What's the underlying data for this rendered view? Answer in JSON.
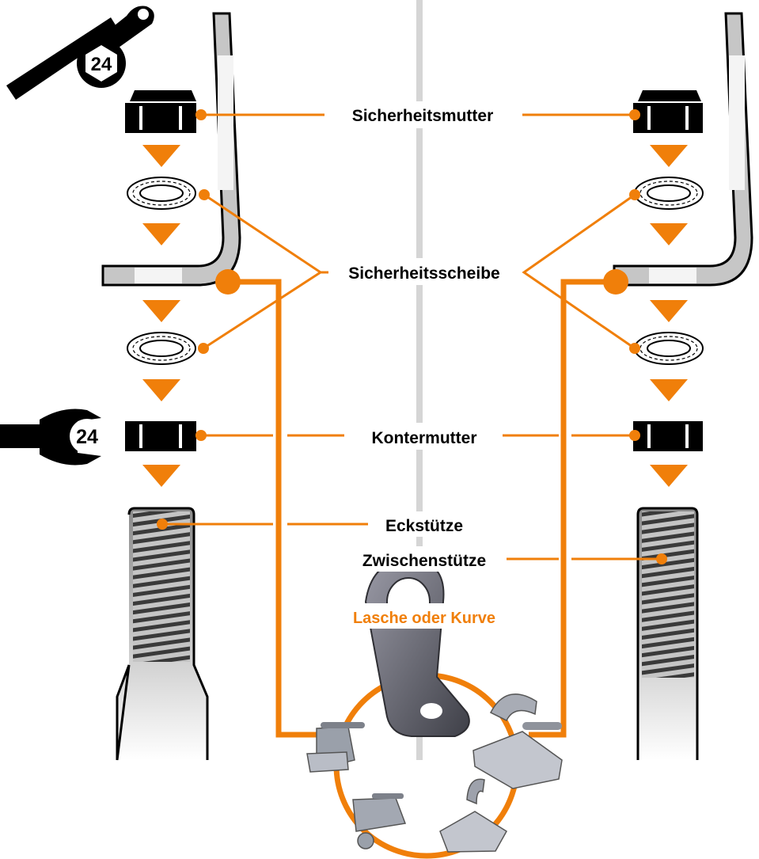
{
  "labels": {
    "safety_nut": "Sicherheitsmutter",
    "safety_washer": "Sicherheitsscheibe",
    "lock_nut": "Kontermutter",
    "corner_post": "Eckstütze",
    "intermediate_post": "Zwischenstütze",
    "tab_or_curve": "Lasche oder Kurve"
  },
  "tools": {
    "ratchet_size": "24",
    "wrench_size": "24"
  },
  "colors": {
    "accent": "#f07f0a",
    "black": "#000000",
    "divider": "#d5d5d5",
    "metal": "#b8b8b8"
  }
}
